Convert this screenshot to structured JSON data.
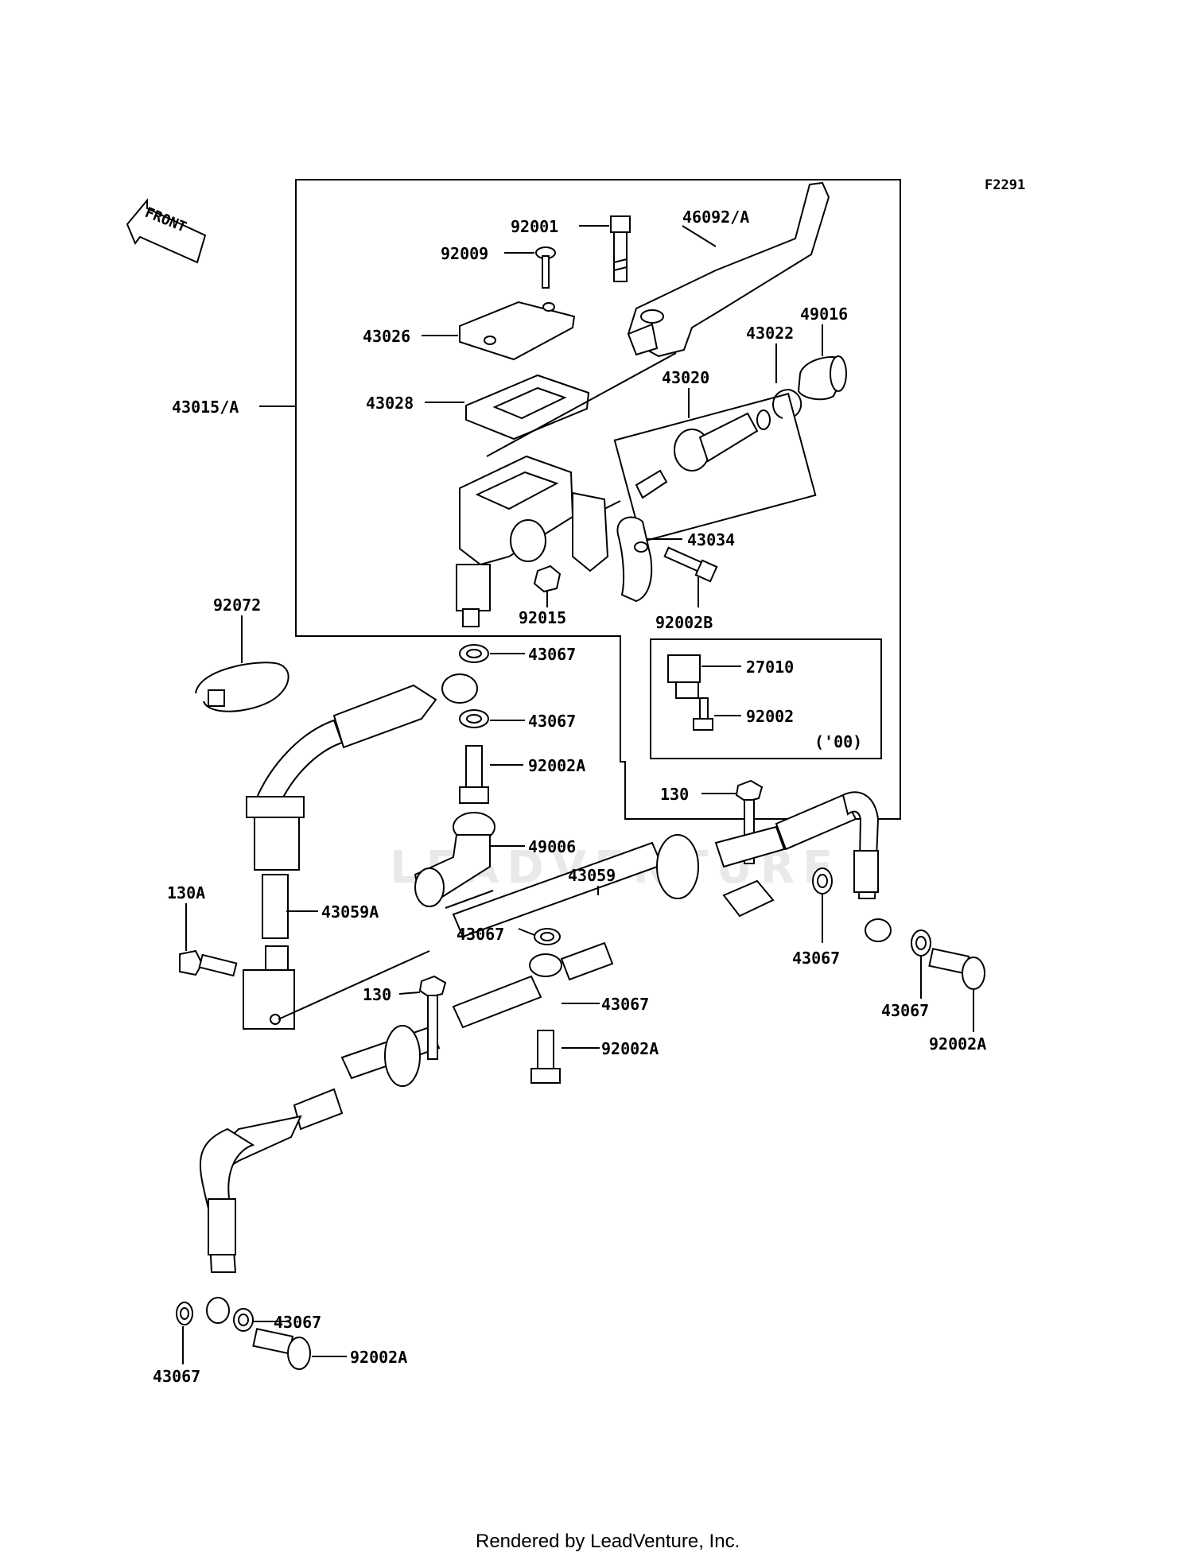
{
  "diagram": {
    "code": "F2291",
    "front_arrow": "FRONT",
    "watermark": "LEADVENTURE",
    "footer": "Rendered by LeadVenture, Inc.",
    "callouts": {
      "p92001": "92001",
      "p46092A": "46092/A",
      "p92009": "92009",
      "p43026": "43026",
      "p49016": "49016",
      "p43022": "43022",
      "p43015A": "43015/A",
      "p43028": "43028",
      "p43020": "43020",
      "p43034": "43034",
      "p92072": "92072",
      "p92015": "92015",
      "p92002B": "92002B",
      "p43067a": "43067",
      "p27010": "27010",
      "p43067b": "43067",
      "p92002": "92002",
      "p00": "('00)",
      "p92002Aa": "92002A",
      "p130a": "130",
      "p49006": "49006",
      "p130A": "130A",
      "p43059": "43059",
      "p43059A": "43059A",
      "p43067c": "43067",
      "p43067d": "43067",
      "p130b": "130",
      "p43067e": "43067",
      "p92002Ab": "92002A",
      "p43067f": "43067",
      "p92002Ac": "92002A",
      "p43067g": "43067",
      "p43067h": "43067",
      "p92002Ad": "92002A"
    }
  }
}
